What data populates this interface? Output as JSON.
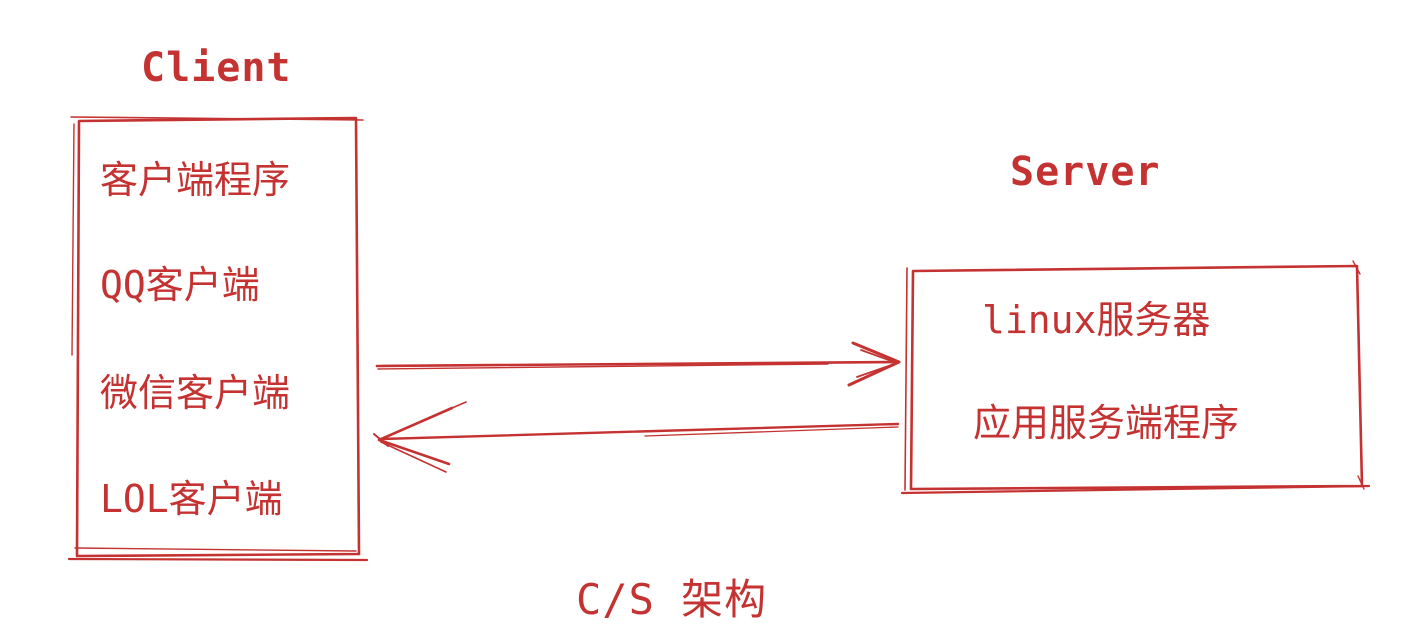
{
  "diagram": {
    "accent_color": "#c43231",
    "caption": "C/S 架构",
    "client": {
      "label": "Client",
      "items": [
        "客户端程序",
        "QQ客户端",
        "微信客户端",
        "LOL客户端"
      ]
    },
    "server": {
      "label": "Server",
      "items": [
        "linux服务器",
        "应用服务端程序"
      ]
    },
    "arrows": [
      {
        "name": "client-to-server",
        "direction": "right"
      },
      {
        "name": "server-to-client",
        "direction": "left"
      }
    ]
  }
}
